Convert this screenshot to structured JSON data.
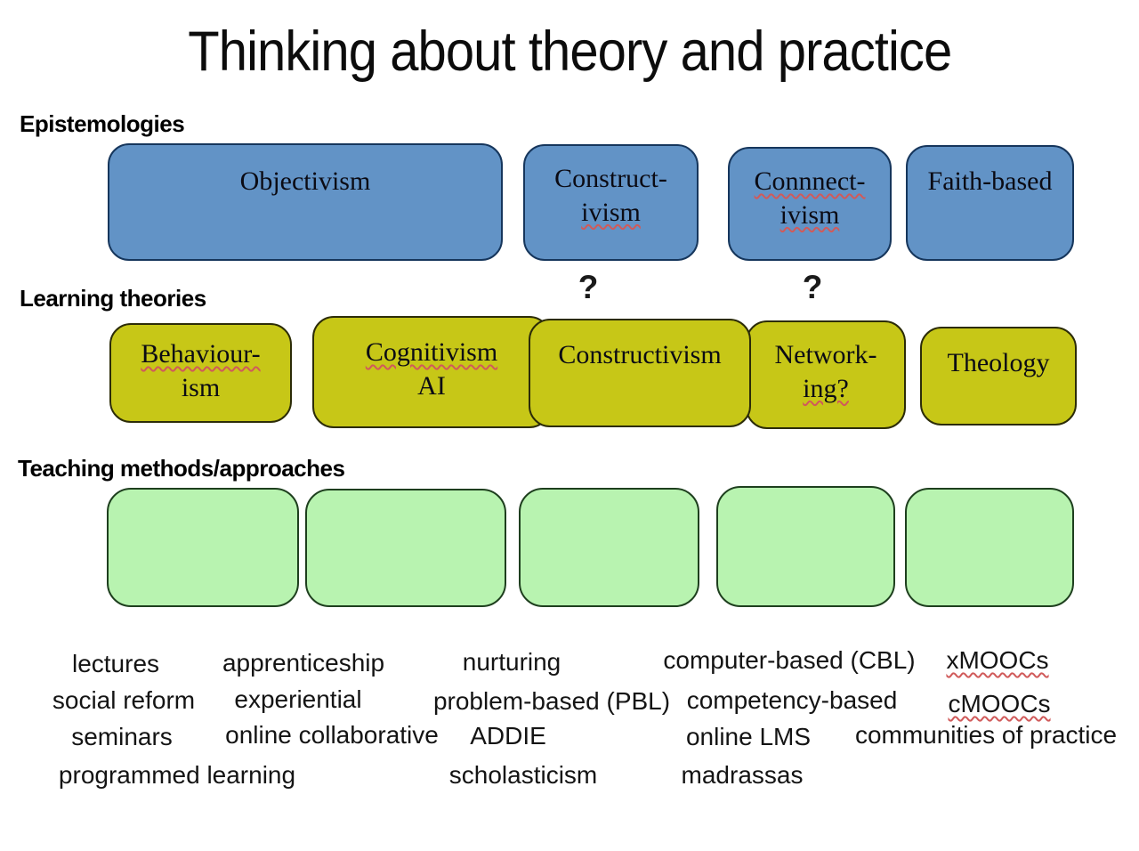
{
  "title": "Thinking about theory and practice",
  "section_labels": {
    "epistemologies": "Epistemologies",
    "learning_theories": "Learning theories",
    "teaching_methods": "Teaching methods/approaches"
  },
  "question_marks": {
    "left": "?",
    "right": "?"
  },
  "epistemologies": [
    {
      "name": "objectivism",
      "lines": [
        "Objectivism"
      ]
    },
    {
      "name": "constructivism",
      "lines": [
        "Construct-",
        "ivism"
      ]
    },
    {
      "name": "connectivism",
      "lines": [
        "Connnect-",
        "ivism"
      ]
    },
    {
      "name": "faith-based",
      "lines": [
        "Faith-based"
      ]
    }
  ],
  "learning_theories": [
    {
      "name": "behaviourism",
      "lines": [
        "Behaviour-",
        "ism"
      ]
    },
    {
      "name": "cognitivism-ai",
      "lines": [
        "Cognitivism",
        "AI"
      ]
    },
    {
      "name": "constructivism",
      "lines": [
        "Constructivism"
      ]
    },
    {
      "name": "networking",
      "lines": [
        "Network-",
        "ing?"
      ]
    },
    {
      "name": "theology",
      "lines": [
        "Theology"
      ]
    }
  ],
  "teaching_method_boxes": {
    "count": 5
  },
  "methods": [
    {
      "label": "lectures"
    },
    {
      "label": "apprenticeship"
    },
    {
      "label": "nurturing"
    },
    {
      "label": "computer-based (CBL)"
    },
    {
      "label": "xMOOCs"
    },
    {
      "label": "social reform"
    },
    {
      "label": "experiential"
    },
    {
      "label": "problem-based (PBL)"
    },
    {
      "label": "competency-based"
    },
    {
      "label": "cMOOCs"
    },
    {
      "label": "seminars"
    },
    {
      "label": "online collaborative"
    },
    {
      "label": "ADDIE"
    },
    {
      "label": "online LMS"
    },
    {
      "label": "communities of practice"
    },
    {
      "label": "programmed learning"
    },
    {
      "label": "scholasticism"
    },
    {
      "label": "madrassas"
    }
  ],
  "colors": {
    "epistemology_fill": "#6293c6",
    "epistemology_border": "#16365c",
    "theory_fill": "#c7c717",
    "theory_border": "#2c2c08",
    "method_fill": "#b8f3b0",
    "method_border": "#1e3f1e",
    "spellcheck_squiggle": "#d05a5a",
    "text": "#0d0d0d",
    "background": "#ffffff"
  }
}
